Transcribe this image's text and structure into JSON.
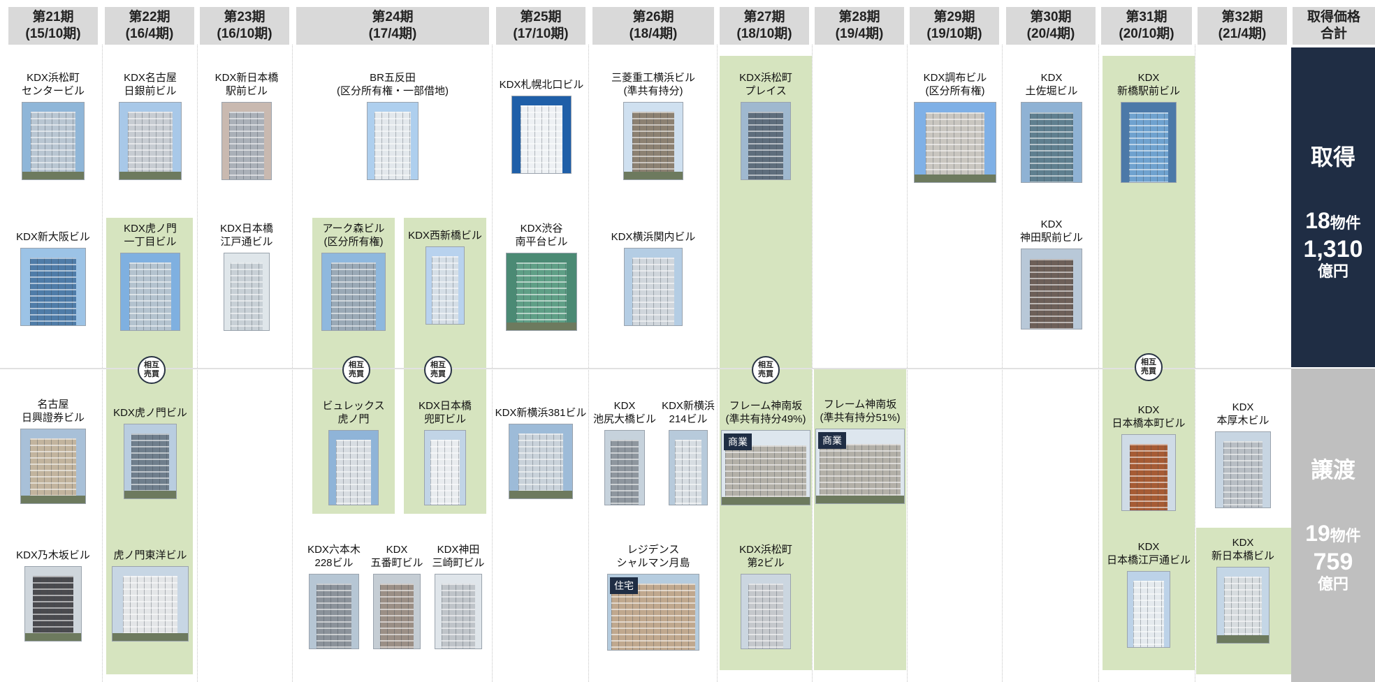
{
  "periods": [
    {
      "label": "第21期",
      "sub": "(15/10期)"
    },
    {
      "label": "第22期",
      "sub": "(16/4期)"
    },
    {
      "label": "第23期",
      "sub": "(16/10期)"
    },
    {
      "label": "第24期",
      "sub": "(17/4期)"
    },
    {
      "label": "第25期",
      "sub": "(17/10期)"
    },
    {
      "label": "第26期",
      "sub": "(18/4期)"
    },
    {
      "label": "第27期",
      "sub": "(18/10期)"
    },
    {
      "label": "第28期",
      "sub": "(19/4期)"
    },
    {
      "label": "第29期",
      "sub": "(19/10期)"
    },
    {
      "label": "第30期",
      "sub": "(20/4期)"
    },
    {
      "label": "第31期",
      "sub": "(20/10期)"
    },
    {
      "label": "第32期",
      "sub": "(21/4期)"
    }
  ],
  "summary_header": {
    "line1": "取得価格",
    "line2": "合計"
  },
  "acquisitions": {
    "title": "取得",
    "count": "18",
    "count_unit": "物件",
    "amount": "1,310",
    "amount_unit": "億円",
    "items": [
      {
        "l1": "KDX浜松町",
        "l2": "センタービル"
      },
      {
        "l1": "KDX新大阪ビル",
        "l2": ""
      },
      {
        "l1": "KDX名古屋",
        "l2": "日銀前ビル"
      },
      {
        "l1": "KDX虎ノ門",
        "l2": "一丁目ビル"
      },
      {
        "l1": "KDX新日本橋",
        "l2": "駅前ビル"
      },
      {
        "l1": "KDX日本橋",
        "l2": "江戸通ビル"
      },
      {
        "l1": "BR五反田",
        "l2": "(区分所有権・一部借地)"
      },
      {
        "l1": "アーク森ビル",
        "l2": "(区分所有権)"
      },
      {
        "l1": "KDX西新橋ビル",
        "l2": ""
      },
      {
        "l1": "KDX札幌北口ビル",
        "l2": ""
      },
      {
        "l1": "KDX渋谷",
        "l2": "南平台ビル"
      },
      {
        "l1": "三菱重工横浜ビル",
        "l2": "(準共有持分)"
      },
      {
        "l1": "KDX横浜関内ビル",
        "l2": ""
      },
      {
        "l1": "KDX浜松町",
        "l2": "プレイス"
      },
      {
        "l1": "KDX調布ビル",
        "l2": "(区分所有権)"
      },
      {
        "l1": "KDX",
        "l2": "土佐堀ビル"
      },
      {
        "l1": "KDX",
        "l2": "神田駅前ビル"
      },
      {
        "l1": "KDX",
        "l2": "新橋駅前ビル"
      }
    ]
  },
  "dispositions": {
    "title": "譲渡",
    "count": "19",
    "count_unit": "物件",
    "amount": "759",
    "amount_unit": "億円",
    "items": [
      {
        "l1": "名古屋",
        "l2": "日興證券ビル"
      },
      {
        "l1": "KDX乃木坂ビル",
        "l2": ""
      },
      {
        "l1": "KDX虎ノ門ビル",
        "l2": ""
      },
      {
        "l1": "虎ノ門東洋ビル",
        "l2": ""
      },
      {
        "l1": "ビュレックス",
        "l2": "虎ノ門"
      },
      {
        "l1": "KDX日本橋",
        "l2": "兜町ビル"
      },
      {
        "l1": "KDX六本木",
        "l2": "228ビル"
      },
      {
        "l1": "KDX",
        "l2": "五番町ビル"
      },
      {
        "l1": "KDX神田",
        "l2": "三崎町ビル"
      },
      {
        "l1": "KDX新横浜381ビル",
        "l2": ""
      },
      {
        "l1": "KDX",
        "l2": "池尻大橋ビル"
      },
      {
        "l1": "KDX新横浜",
        "l2": "214ビル"
      },
      {
        "l1": "レジデンス",
        "l2": "シャルマン月島"
      },
      {
        "l1": "フレーム神南坂",
        "l2": "(準共有持分49%)"
      },
      {
        "l1": "KDX浜松町",
        "l2": "第2ビル"
      },
      {
        "l1": "フレーム神南坂",
        "l2": "(準共有持分51%)"
      },
      {
        "l1": "KDX",
        "l2": "日本橋本町ビル"
      },
      {
        "l1": "KDX",
        "l2": "日本橋江戸通ビル"
      },
      {
        "l1": "KDX",
        "l2": "本厚木ビル"
      },
      {
        "l1": "KDX",
        "l2": "新日本橋ビル"
      }
    ]
  },
  "tags": {
    "commercial": "商業",
    "residential": "住宅"
  },
  "swap_label": {
    "l1": "相互",
    "l2": "売買"
  },
  "colors": {
    "header_bg": "#d9d9d9",
    "swap_highlight": "#d6e4bf",
    "acq_box": "#1f2d44",
    "dis_box": "#bfbfbf"
  }
}
